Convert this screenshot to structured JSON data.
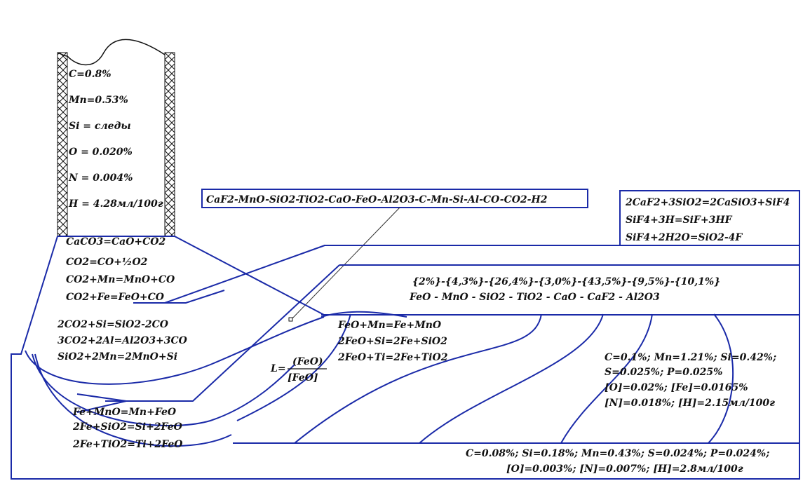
{
  "electrode_composition": [
    "C=0.8%",
    "Mn=0.53%",
    "Si = следы",
    "O = 0.020%",
    "N = 0.004%",
    "H = 4.28мл/100г"
  ],
  "slag_system_formula": "CaF2-MnO-SiO2-TiO2-CaO-FeO-Al2O3-C-Mn-Si-Al-CO-CO2-H2",
  "fluoride_reactions": [
    "2CaF2+3SiO2=2CaSiO3+SiF4",
    "SiF4+3H=SiF+3HF",
    "SiF4+2H2O=SiO2-4F"
  ],
  "carbonate_reactions": [
    "CaCO3=CaO+CO2",
    "CO2=CO+½O2",
    "CO2+Mn=MnO+CO",
    "CO2+Fe=FeO+CO"
  ],
  "co2_reduction_reactions": [
    "2CO2+Si=SiO2-2CO",
    "3CO2+2Al=Al2O3+3CO",
    "SiO2+2Mn=2MnO+Si"
  ],
  "slag_composition_percent": "{2%}-{4,3%}-{26,4%}-{3,0%}-{43,5%}-{9,5%}-{10,1%}",
  "slag_composition_oxides": "FeO - MnO - SiO2 - TiO2 - CaO - CaF2 - Al2O3",
  "iron_oxide_reactions": [
    "FeO+Mn=Fe+MnO",
    "2FeO+Si=2Fe+SiO2",
    "2FeO+Ti=2Fe+TiO2"
  ],
  "distribution_coefficient": {
    "lhs": "L=",
    "numerator": "(FeO)",
    "denominator": "[FeO]"
  },
  "metal_reduction_reactions": [
    "Fe+MnO=Mn+FeO",
    "2Fe+SiO2=Si+2FeO",
    "2Fe+TiO2=Ti+2FeO"
  ],
  "weld_metal_composition": [
    "C=0.1%; Mn=1.21%; Si=0.42%;",
    "S=0.025%; P=0.025%",
    "[O]=0.02%; [Fe]=0.0165%",
    "[N]=0.018%; [H]=2.15мл/100г"
  ],
  "base_metal_composition": [
    "C=0.08%; Si=0.18%; Mn=0.43%; S=0.024%; P=0.024%;",
    "[O]=0.003%; [N]=0.007%; [H]=2.8мл/100г"
  ],
  "colors": {
    "lines": "#1a2aa8",
    "text": "#111111",
    "box": "#1a2aa8"
  }
}
